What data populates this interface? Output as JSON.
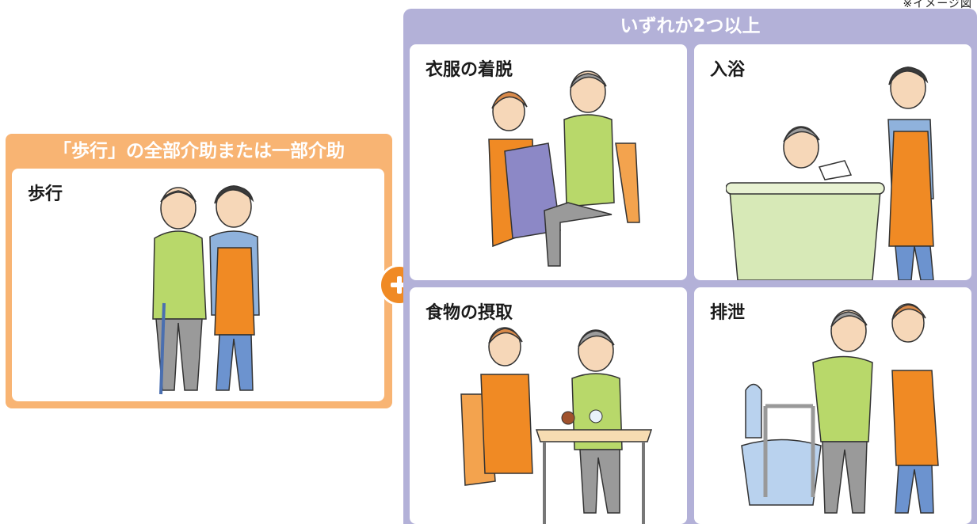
{
  "caption": "※イメージ図",
  "left_group": {
    "title": "「歩行」の全部介助または一部介助",
    "panel": {
      "label": "歩行",
      "illustration": "caregiver-walking-with-elderly-icon"
    }
  },
  "connector": {
    "symbol": "plus-icon",
    "color": "#f08a24"
  },
  "right_group": {
    "title": "いずれか2つ以上",
    "panels": [
      {
        "label": "衣服の着脱",
        "illustration": "dressing-assistance-icon"
      },
      {
        "label": "入浴",
        "illustration": "bathing-assistance-icon"
      },
      {
        "label": "食物の摂取",
        "illustration": "feeding-assistance-icon"
      },
      {
        "label": "排泄",
        "illustration": "toileting-assistance-icon"
      }
    ]
  },
  "colors": {
    "orange_group": "#f8b473",
    "lavender_group": "#b3b1d8",
    "apron": "#f08a24",
    "shirt": "#b8d86a",
    "pants": "#9a9a9a"
  }
}
